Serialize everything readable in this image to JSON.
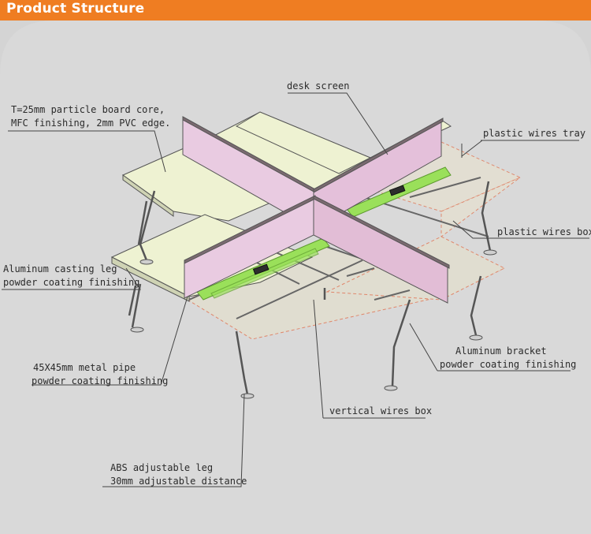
{
  "header": {
    "title": "Product Structure"
  },
  "colors": {
    "accent": "#ef7d22",
    "background": "#d4d4d4",
    "desktop": "#eef2d2",
    "screen": "#e9cbe1",
    "wire_tray": "#9ae05a"
  },
  "labels": {
    "desk_screen": "desk screen",
    "board_line1": "T=25mm particle board core,",
    "board_line2": "MFC finishing, 2mm PVC edge.",
    "wires_tray": "plastic wires tray",
    "wires_box": "plastic wires box",
    "leg_line1": "Aluminum casting leg",
    "leg_line2": "powder coating finishing",
    "pipe_line1": "45X45mm metal pipe",
    "pipe_line2": "powder coating finishing",
    "bracket_line1": "Aluminum bracket",
    "bracket_line2": "powder coating finishing",
    "vertical_box": "vertical wires box",
    "abs_line1": "ABS adjustable leg",
    "abs_line2": "30mm adjustable distance"
  }
}
